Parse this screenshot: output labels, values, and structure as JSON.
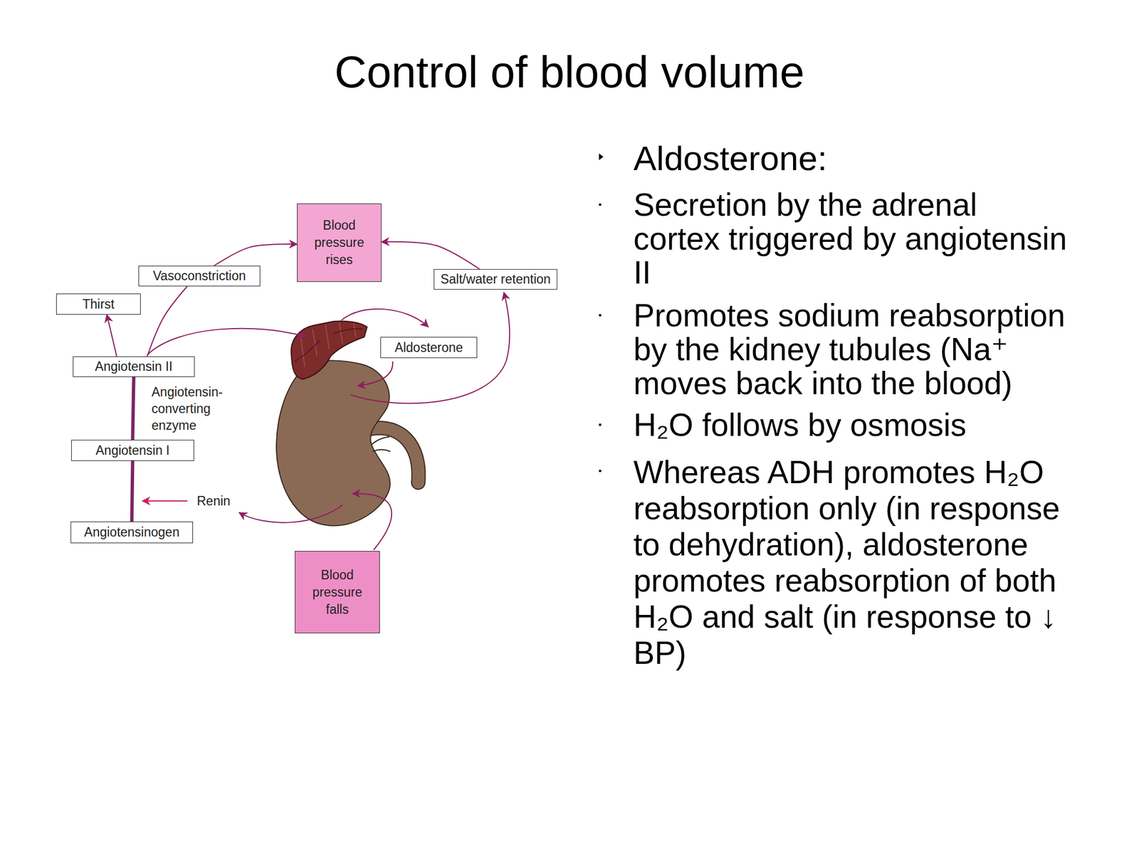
{
  "diagram": {
    "title": "Control of blood volume",
    "nodes": [
      {
        "text": [
          "Blood pressure rises"
        ]
      },
      {
        "text": [
          "Vasoconstriction"
        ]
      },
      {
        "text": [
          "Salt/water retention"
        ]
      },
      {
        "text": [
          "Thirst"
        ]
      },
      {
        "text": [
          "Aldosterone"
        ]
      },
      {
        "text": [
          "Angiotensin II"
        ]
      },
      {
        "text": [
          "Angiotensin I"
        ]
      },
      {
        "text": [
          "Angiotensinogen"
        ]
      },
      {
        "text": [
          "Blood pressure falls"
        ]
      }
    ],
    "edges": [
      {
        "from": 5,
        "to": 3,
        "arrow": "to"
      },
      {
        "from": 5,
        "to": 1,
        "arrow": "none"
      },
      {
        "from": 1,
        "to": 0,
        "arrow": "to"
      },
      {
        "from": 2,
        "to": 0,
        "arrow": "to"
      },
      {
        "from": 7,
        "to": 6,
        "arrow": "none"
      },
      {
        "from": 6,
        "to": 5,
        "arrow": "none",
        "label": "Angiotensin-converting enzyme"
      }
    ],
    "labels": [
      "Renin",
      "Aldosterone:",
      "Secretion by the adrenal cortex triggered by angiotensin II",
      "Promotes sodium reabsorption by the kidney tubules (Na⁺ moves back into the blood)",
      "H₂O follows by osmosis",
      "Whereas ADH promotes H₂O reabsorption only (in response to dehydration), aldosterone promotes reabsorption of both H₂O and salt (in response to ↓ BP)"
    ]
  }
}
